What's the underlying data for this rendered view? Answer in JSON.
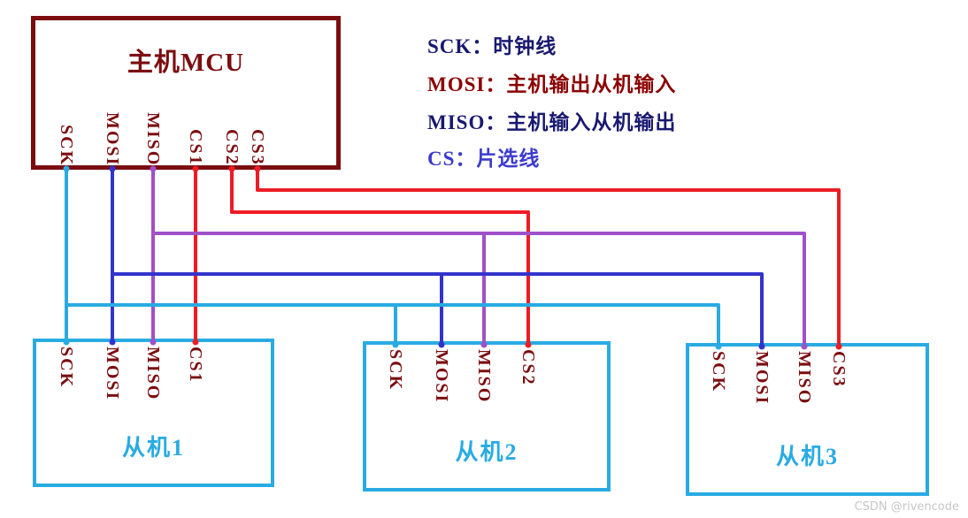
{
  "colors": {
    "maroon": "#7b0d10",
    "dark-red": "#8b0000",
    "navy": "#191970",
    "cs-blue": "#3b3bce",
    "cyan": "#29abe2",
    "blue": "#3333cc",
    "purple": "#a050c8",
    "red": "#ed1c24",
    "gray": "#c6c6c6"
  },
  "master": {
    "title": "主机MCU",
    "pins": [
      "SCK",
      "MOSI",
      "MISO",
      "CS1",
      "CS2",
      "CS3"
    ]
  },
  "legend": {
    "items": [
      {
        "label": "SCK：时钟线"
      },
      {
        "label": "MOSI：主机输出从机输入"
      },
      {
        "label": "MISO：主机输入从机输出"
      },
      {
        "label": "CS：片选线"
      }
    ]
  },
  "slaves": [
    {
      "title": "从机1",
      "pins": [
        "SCK",
        "MOSI",
        "MISO",
        "CS1"
      ]
    },
    {
      "title": "从机2",
      "pins": [
        "SCK",
        "MOSI",
        "MISO",
        "CS2"
      ]
    },
    {
      "title": "从机3",
      "pins": [
        "SCK",
        "MOSI",
        "MISO",
        "CS3"
      ]
    }
  ],
  "wires": [
    {
      "signal": "SCK",
      "color_key": "cyan"
    },
    {
      "signal": "MOSI",
      "color_key": "blue"
    },
    {
      "signal": "MISO",
      "color_key": "purple"
    },
    {
      "signal": "CS1",
      "color_key": "red"
    },
    {
      "signal": "CS2",
      "color_key": "red"
    },
    {
      "signal": "CS3",
      "color_key": "red"
    }
  ],
  "watermark": "CSDN @rivencode"
}
